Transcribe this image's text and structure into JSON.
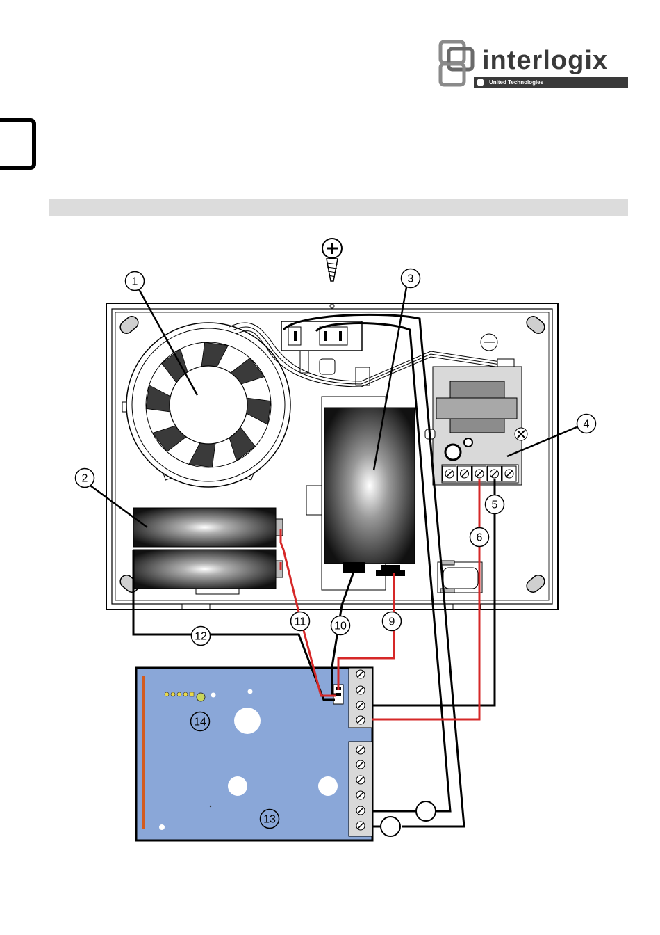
{
  "brand": {
    "name": "interlogix",
    "tagline": "United Technologies"
  },
  "callouts": [
    "1",
    "2",
    "3",
    "4",
    "5",
    "6",
    "9",
    "10",
    "11",
    "12",
    "13",
    "14"
  ],
  "colors": {
    "board": "#8aa7d8",
    "wire_red": "#d62828",
    "wire_black": "#000000",
    "panel": "#d9d9d9",
    "section_bar": "#dcdcdc"
  }
}
